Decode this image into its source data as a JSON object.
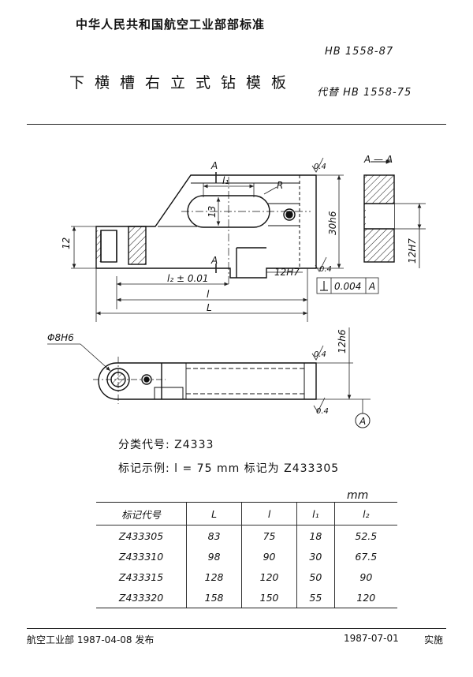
{
  "header": {
    "organization": "中华人民共和国航空工业部部标准",
    "standard_no": "HB 1558-87",
    "title": "下横槽右立式钻模板",
    "replaces": "代替 HB 1558-75"
  },
  "drawing": {
    "section_label": "A — A",
    "cut_label": "A",
    "dims": {
      "l1": "l₁",
      "R": "R",
      "d13": "13",
      "h30": "30h6",
      "h12_left": "12",
      "slot": "12H7",
      "slot_right": "12H7",
      "l2": "l₂ ± 0.01",
      "l": "l",
      "L": "L",
      "bore": "Φ8H6",
      "h12b": "12h6",
      "rough": "0.4",
      "tol_value": "0.004",
      "tol_ref": "A",
      "datum": "A"
    }
  },
  "notes": {
    "classification": "分类代号:  Z4333",
    "example": "标记示例:  l = 75 mm  标记为 Z433305"
  },
  "table": {
    "unit": "mm",
    "headers": [
      "标记代号",
      "L",
      "l",
      "l₁",
      "l₂"
    ],
    "rows": [
      [
        "Z433305",
        "83",
        "75",
        "18",
        "52.5"
      ],
      [
        "Z433310",
        "98",
        "90",
        "30",
        "67.5"
      ],
      [
        "Z433315",
        "128",
        "120",
        "50",
        "90"
      ],
      [
        "Z433320",
        "158",
        "150",
        "55",
        "120"
      ]
    ]
  },
  "footer": {
    "issued": "航空工业部 1987-04-08 发布",
    "effective": "1987-07-01",
    "implement": "实施"
  }
}
